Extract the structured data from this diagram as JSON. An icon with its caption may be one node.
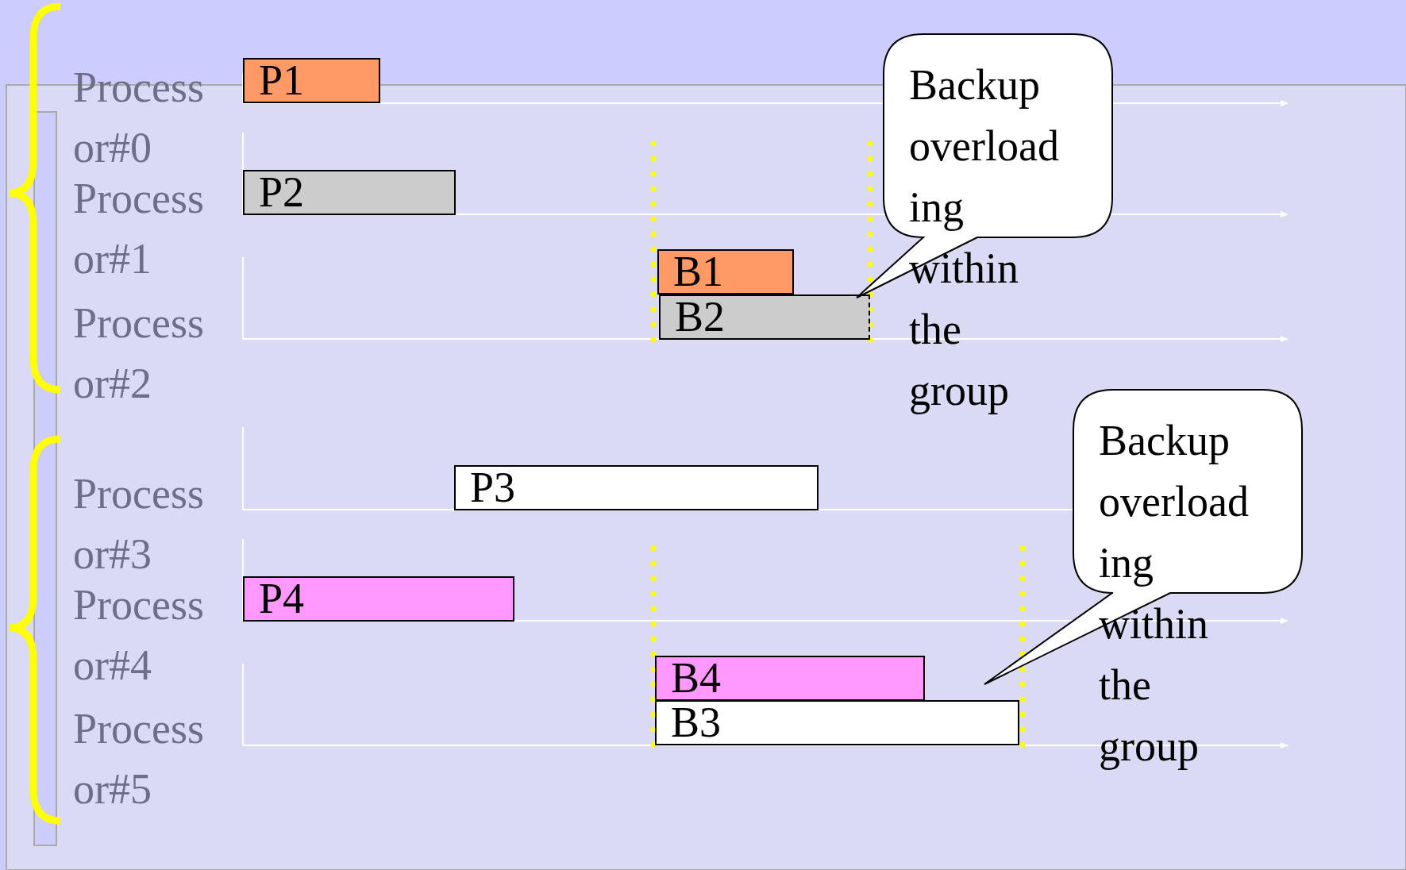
{
  "diagram": {
    "nodes": [
      {
        "text": [
          "P1"
        ]
      },
      {
        "text": [
          "P2"
        ]
      },
      {
        "text": [
          "B1"
        ]
      },
      {
        "text": [
          "B2"
        ]
      },
      {
        "text": [
          "P3"
        ]
      },
      {
        "text": [
          "P4"
        ]
      },
      {
        "text": [
          "B4"
        ]
      },
      {
        "text": [
          "B3"
        ]
      },
      {
        "text": [
          "Backup overload ing within the group"
        ]
      },
      {
        "text": [
          "Backup overload ing within the group"
        ]
      }
    ],
    "labels": [
      "Process or#0",
      "Process or#1",
      "Process or#2",
      "Process or#3",
      "Process or#4",
      "Process or#5"
    ]
  }
}
